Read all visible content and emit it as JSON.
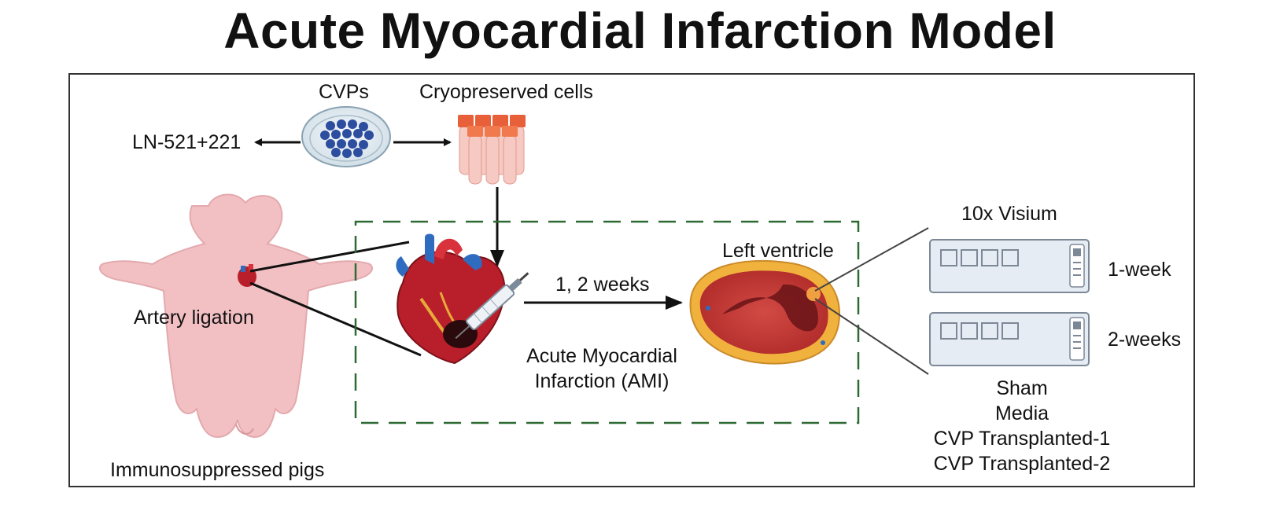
{
  "title": "Acute Myocardial Infarction Model",
  "labels": {
    "cvps": "CVPs",
    "cryopreserved": "Cryopreserved cells",
    "laminin": "LN-521+221",
    "artery_ligation": "Artery ligation",
    "pigs": "Immunosuppressed pigs",
    "timepoints": "1, 2 weeks",
    "ami_line1": "Acute Myocardial",
    "ami_line2": "Infarction (AMI)",
    "left_ventricle": "Left ventricle",
    "visium": "10x Visium",
    "week1": "1-week",
    "week2": "2-weeks"
  },
  "groups": [
    "Sham",
    "Media",
    "CVP Transplanted-1",
    "CVP Transplanted-2"
  ],
  "colors": {
    "pig": "#f2c0c3",
    "cells": "#2d4d9e",
    "tubes": "#e8603a",
    "dash_box": "#2e6b34",
    "heart_red": "#b81f2b",
    "heart_blue": "#2f6cc0",
    "slide": "#e6ecf4"
  },
  "icons": [
    "petri-dish-icon",
    "cryo-tubes-icon",
    "pig-icon",
    "heart-icon",
    "syringe-icon",
    "ventricle-slice-icon",
    "visium-slide-icon"
  ]
}
